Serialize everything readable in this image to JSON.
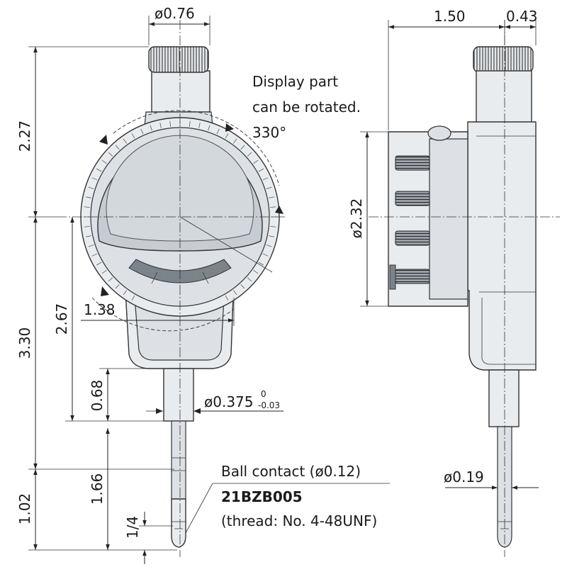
{
  "dimensions": {
    "knob_diameter": "ø0.76",
    "top_height": "2.27",
    "bottom_height": "3.30",
    "spindle_to_center": "2.67",
    "body_width": "1.38",
    "spindle_length": "0.68",
    "stem_diameter": "ø0.375",
    "stem_tol_upper": "0",
    "stem_tol_lower": "-0.03",
    "contact_length": "1.66",
    "total_lower": "1.02",
    "thread_len": "1/4",
    "side_depth": "1.50",
    "side_knob": "0.43",
    "face_diameter": "ø2.32",
    "side_spindle_diameter": "ø0.19"
  },
  "notes": {
    "rotate_line1": "Display part",
    "rotate_line2": "can be rotated.",
    "rotate_line3": "330°",
    "contact_line1": "Ball contact (ø0.12)",
    "contact_part": "21BZB005",
    "contact_line3": "(thread: No. 4-48UNF)"
  }
}
